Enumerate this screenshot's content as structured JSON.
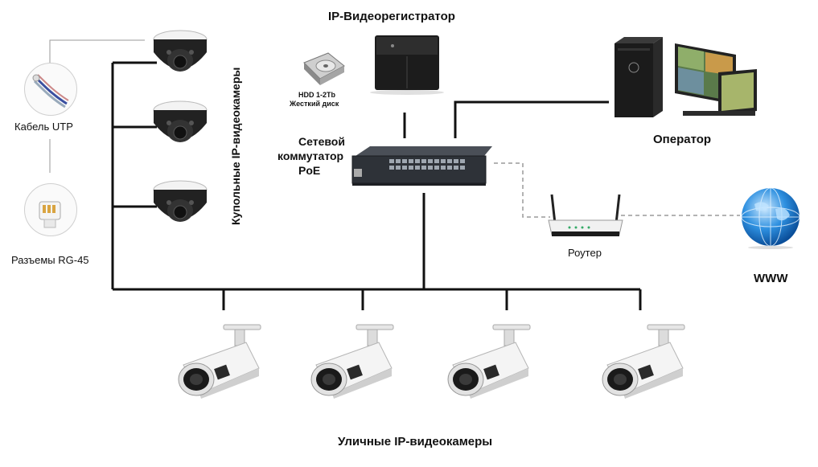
{
  "labels": {
    "dvr_title": "IP-Видеорегистратор",
    "hdd_line1": "HDD 1-2Tb",
    "hdd_line2": "Жесткий диск",
    "operator": "Оператор",
    "switch_line1": "Сетевой",
    "switch_line2": "коммутатор",
    "switch_line3": "PoE",
    "router": "Роутер",
    "www": "WWW",
    "cable": "Кабель UTP",
    "connectors": "Разъемы RG-45",
    "dome_cameras": "Купольные IP-видеокамеры",
    "street_cameras": "Уличные IP-видеокамеры"
  },
  "colors": {
    "wire": "#111111",
    "dashed_wire": "#9a9a9a",
    "device_dark": "#1e1e1e",
    "camera_body": "#f2f2f2",
    "globe": "#1f7fd0"
  },
  "icons": [
    "hdd-icon",
    "dvr-icon",
    "pc-tower-icon",
    "monitor-icon",
    "network-switch-icon",
    "router-icon",
    "globe-icon",
    "dome-camera-icon",
    "bullet-camera-icon",
    "utp-cable-icon",
    "rj45-connector-icon"
  ]
}
